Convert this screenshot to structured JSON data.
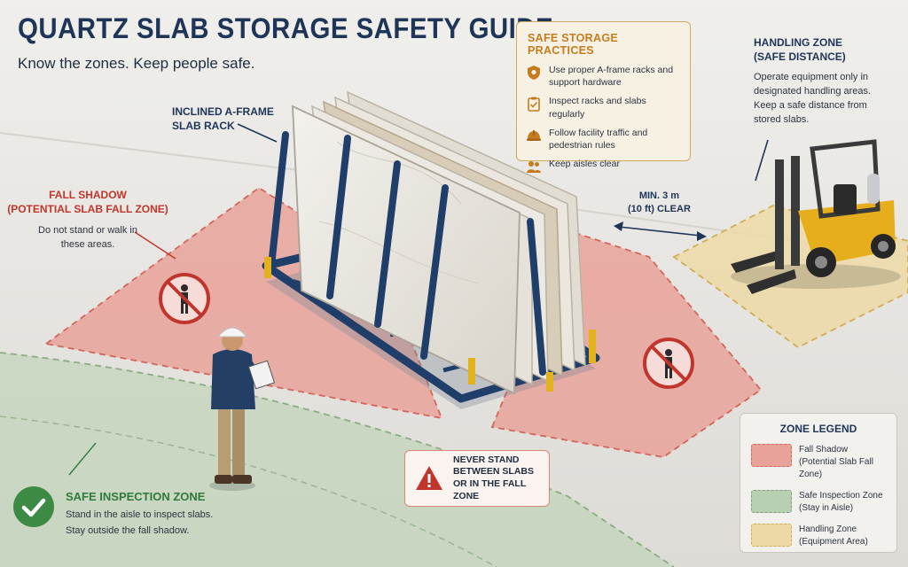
{
  "header": {
    "title": "Quartz Slab Storage Safety Guide",
    "subtitle": "Know the zones. Keep people safe."
  },
  "practices": {
    "title": "SAFE STORAGE PRACTICES",
    "items": [
      {
        "icon": "shield-icon",
        "text": "Use proper A-frame racks and support hardware"
      },
      {
        "icon": "clipboard-check-icon",
        "text": "Inspect racks and slabs regularly"
      },
      {
        "icon": "hard-hat-icon",
        "text": "Follow facility traffic and pedestrian rules"
      },
      {
        "icon": "people-icon",
        "text": "Keep aisles clear"
      }
    ]
  },
  "handling": {
    "title_line1": "HANDLING ZONE",
    "title_line2": "(SAFE DISTANCE)",
    "text1": "Operate equipment only in designated handling areas.",
    "text2": "Keep a safe distance from stored slabs."
  },
  "rack_label": {
    "line1": "INCLINED A-FRAME",
    "line2": "SLAB RACK"
  },
  "fall_shadow": {
    "title_line1": "FALL SHADOW",
    "title_line2": "(POTENTIAL SLAB FALL ZONE)",
    "text": "Do not stand or walk in these areas."
  },
  "clearance": {
    "line1": "MIN. 3 m",
    "line2": "(10 ft) CLEAR"
  },
  "warning": {
    "line1": "NEVER STAND",
    "line2": "BETWEEN SLABS",
    "line3": "OR IN THE FALL ZONE"
  },
  "safe_zone": {
    "title": "SAFE INSPECTION ZONE",
    "line1": "Stand in the aisle to inspect slabs.",
    "line2": "Stay outside the fall shadow."
  },
  "legend": {
    "title": "ZONE LEGEND",
    "items": [
      {
        "name": "Fall Shadow",
        "desc": "(Potential Slab Fall Zone)",
        "color": "#e8a29a",
        "border": "#d2665a"
      },
      {
        "name": "Safe Inspection Zone",
        "desc": "(Stay in Aisle)",
        "color": "#b9cfb3",
        "border": "#7fa376"
      },
      {
        "name": "Handling Zone",
        "desc": "(Equipment Area)",
        "color": "#ecd9a6",
        "border": "#cfae57"
      }
    ]
  },
  "colors": {
    "title": "#1e3558",
    "fall_zone": "#e8a29a",
    "safe_zone": "#b9cfb3",
    "handling_zone": "#ecd9a6",
    "rack": "#203e6a",
    "forklift": "#e6ad1c"
  }
}
